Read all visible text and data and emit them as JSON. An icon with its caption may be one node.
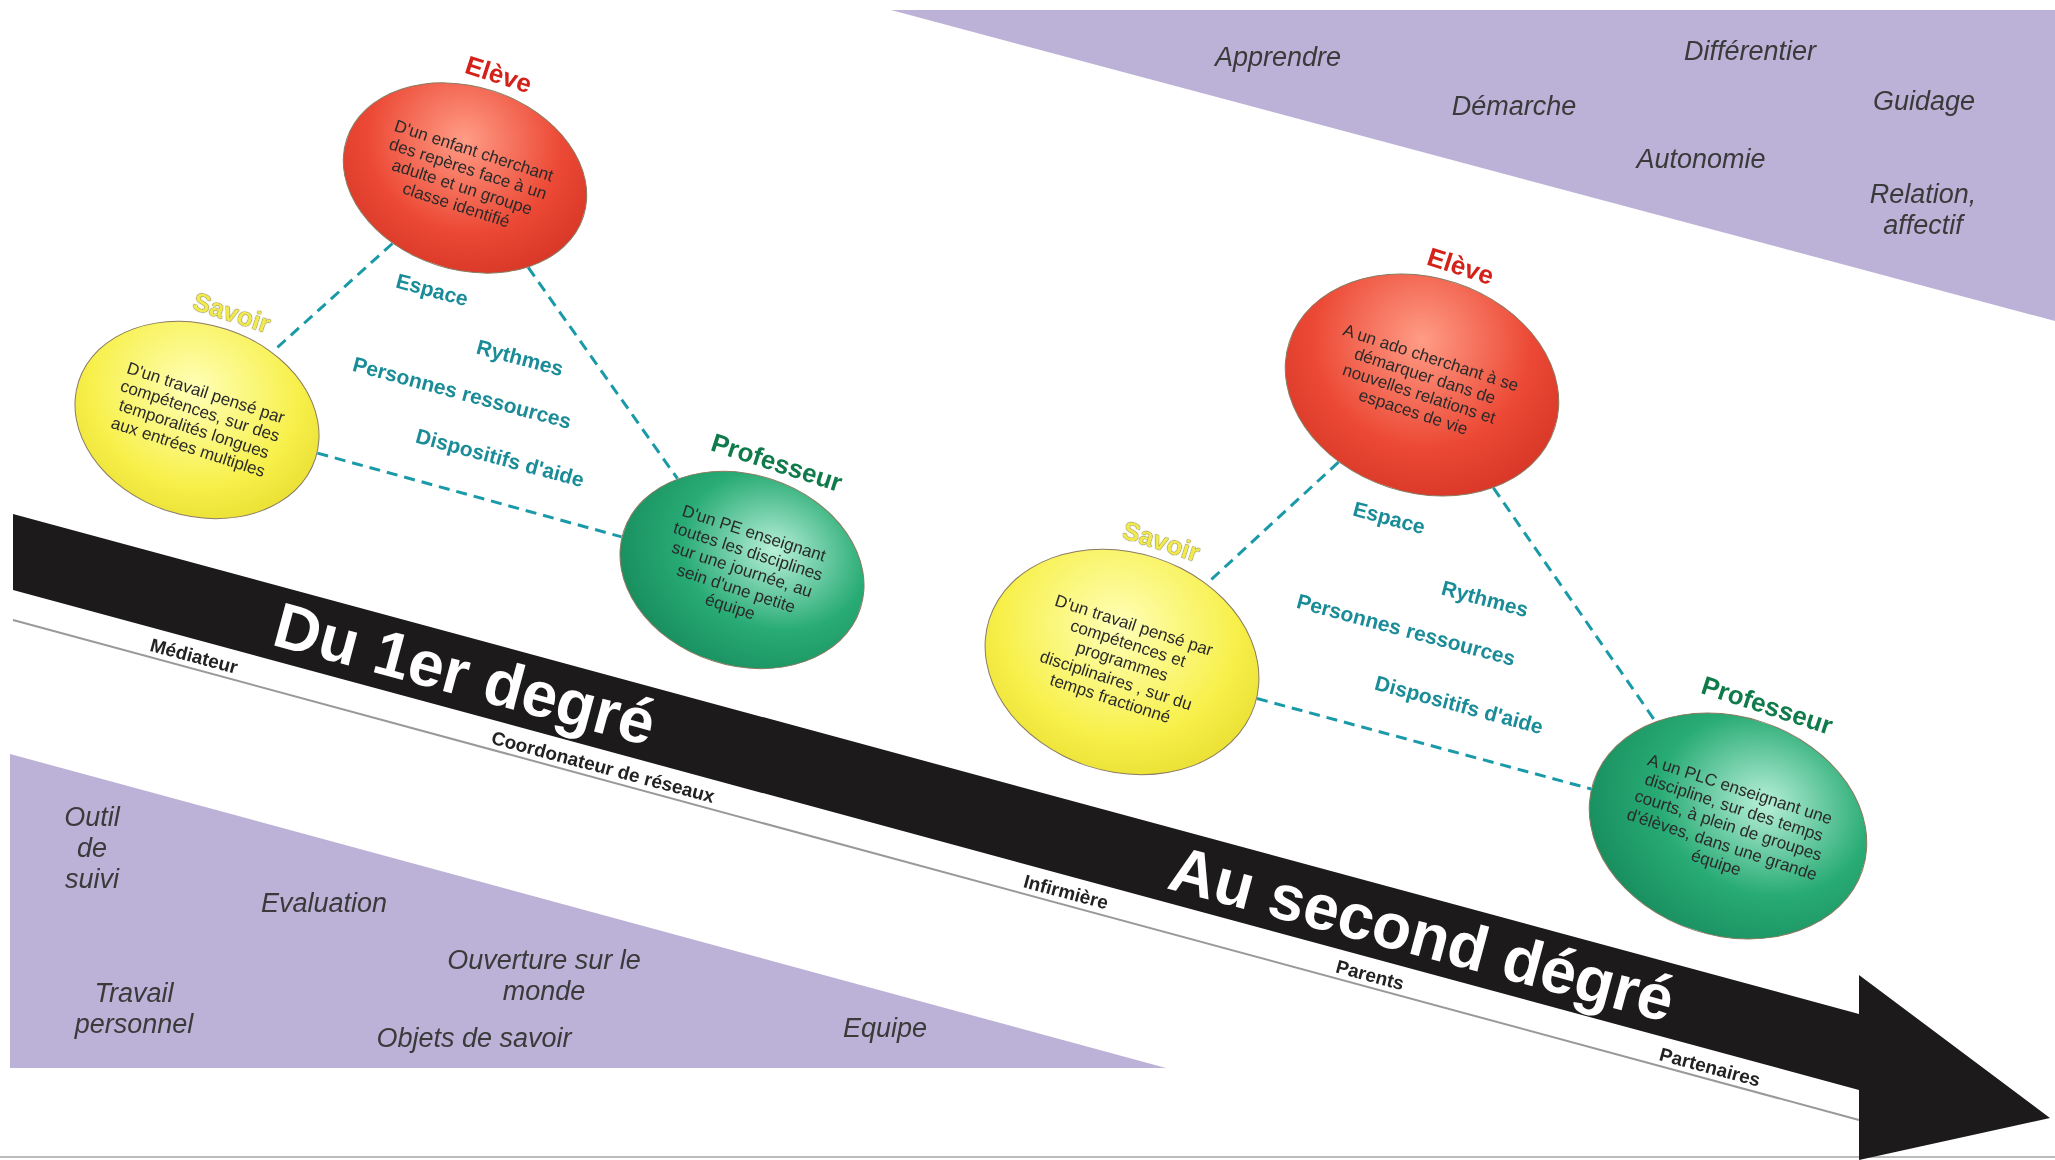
{
  "diagram": {
    "nodes": [
      {
        "text": [
          "Elève",
          "D'un enfant cherchant des repères face à un adulte et un groupe classe identifié"
        ]
      },
      {
        "text": [
          "Savoir",
          "D'un travail pensé par compétences, sur des temporalités longues aux entrées multiples"
        ]
      },
      {
        "text": [
          "Professeur",
          "D'un PE enseignant toutes les disciplines sur une journée, au sein d'une petite équipe"
        ]
      },
      {
        "text": [
          "Elève",
          "A un ado cherchant à se démarquer dans de nouvelles relations et espaces de vie"
        ]
      },
      {
        "text": [
          "Savoir",
          "D'un travail pensé par compétences et programmes disciplinaires , sur du temps fractionné"
        ]
      },
      {
        "text": [
          "Professeur",
          "A un PLC enseignant une discipline, sur des temps courts, à plein de groupes d'élèves, dans une grande équipe"
        ]
      }
    ],
    "edges": [
      {
        "from": 0,
        "to": 1,
        "arrow": "none",
        "style": "dashed"
      },
      {
        "from": 0,
        "to": 2,
        "arrow": "none",
        "style": "dashed"
      },
      {
        "from": 1,
        "to": 2,
        "arrow": "none",
        "style": "dashed"
      },
      {
        "from": 3,
        "to": 4,
        "arrow": "none",
        "style": "dashed"
      },
      {
        "from": 3,
        "to": 5,
        "arrow": "none",
        "style": "dashed"
      },
      {
        "from": 4,
        "to": 5,
        "arrow": "none",
        "style": "dashed"
      }
    ],
    "labels": [
      "Apprendre",
      "Différentier",
      "Démarche",
      "Guidage",
      "Autonomie",
      "Relation, affectif",
      "Espace",
      "Rythmes",
      "Personnes ressources",
      "Dispositifs d'aide",
      "Du 1er degré",
      "Médiateur",
      "Coordonateur de réseaux",
      "Espace",
      "Rythmes",
      "Personnes ressources",
      "Dispositifs d'aide",
      "Au second dégré",
      "Infirmière",
      "Parents",
      "Partenaires",
      "Outil de suivi",
      "Evaluation",
      "Travail personnel",
      "Ouverture sur le monde",
      "Objets de savoir",
      "Equipe"
    ]
  }
}
